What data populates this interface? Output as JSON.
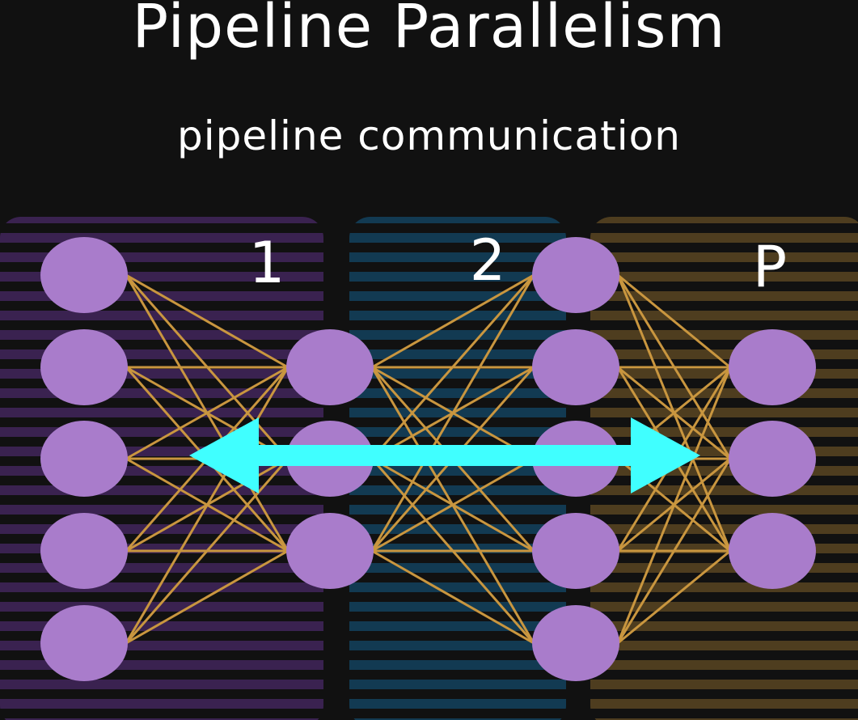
{
  "title": "Pipeline Parallelism",
  "subtitle": "pipeline communication",
  "stages": [
    {
      "label": "1",
      "color": "#3a2250"
    },
    {
      "label": "2",
      "color": "#123a52"
    },
    {
      "label": "P",
      "color": "#4e3d1f"
    }
  ],
  "colors": {
    "node": "#a97ccb",
    "edge": "#c9963f",
    "arrow": "#40ffff",
    "stripe_gap": "#111111"
  },
  "layers": [
    5,
    3,
    5,
    3
  ]
}
